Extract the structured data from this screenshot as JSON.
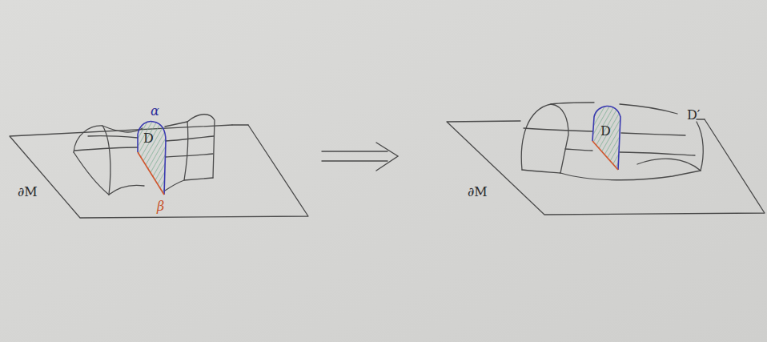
{
  "diagram": {
    "labels": [
      "α",
      "D",
      "β",
      "∂M",
      "D",
      "D′",
      "∂M"
    ]
  }
}
